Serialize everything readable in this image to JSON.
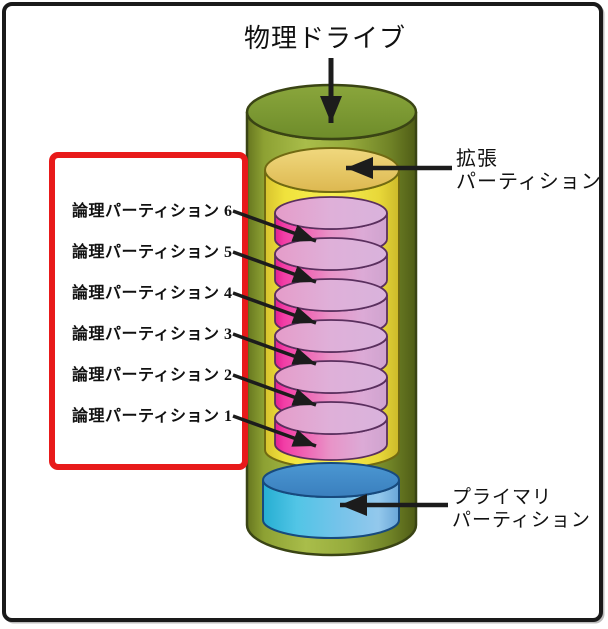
{
  "diagram": {
    "title": "物理ドライブ",
    "extended_partition": {
      "lines": [
        "拡張",
        "パーティション"
      ]
    },
    "primary_partition": {
      "lines": [
        "プライマリ",
        "パーティション"
      ]
    },
    "logical_partitions": [
      {
        "label": "論理パーティション 6"
      },
      {
        "label": "論理パーティション 5"
      },
      {
        "label": "論理パーティション 4"
      },
      {
        "label": "論理パーティション 3"
      },
      {
        "label": "論理パーティション 2"
      },
      {
        "label": "論理パーティション 1"
      }
    ],
    "colors": {
      "highlight_box": "#e81a1a",
      "physical_drive_green": "#8aa035",
      "extended_partition_yellow": "#f2e13e",
      "logical_partition_pink": "#e066b4",
      "primary_partition_blue": "#55b4e0",
      "arrow_black": "#1c1c1c",
      "frame_black": "#1a1a1a"
    }
  }
}
